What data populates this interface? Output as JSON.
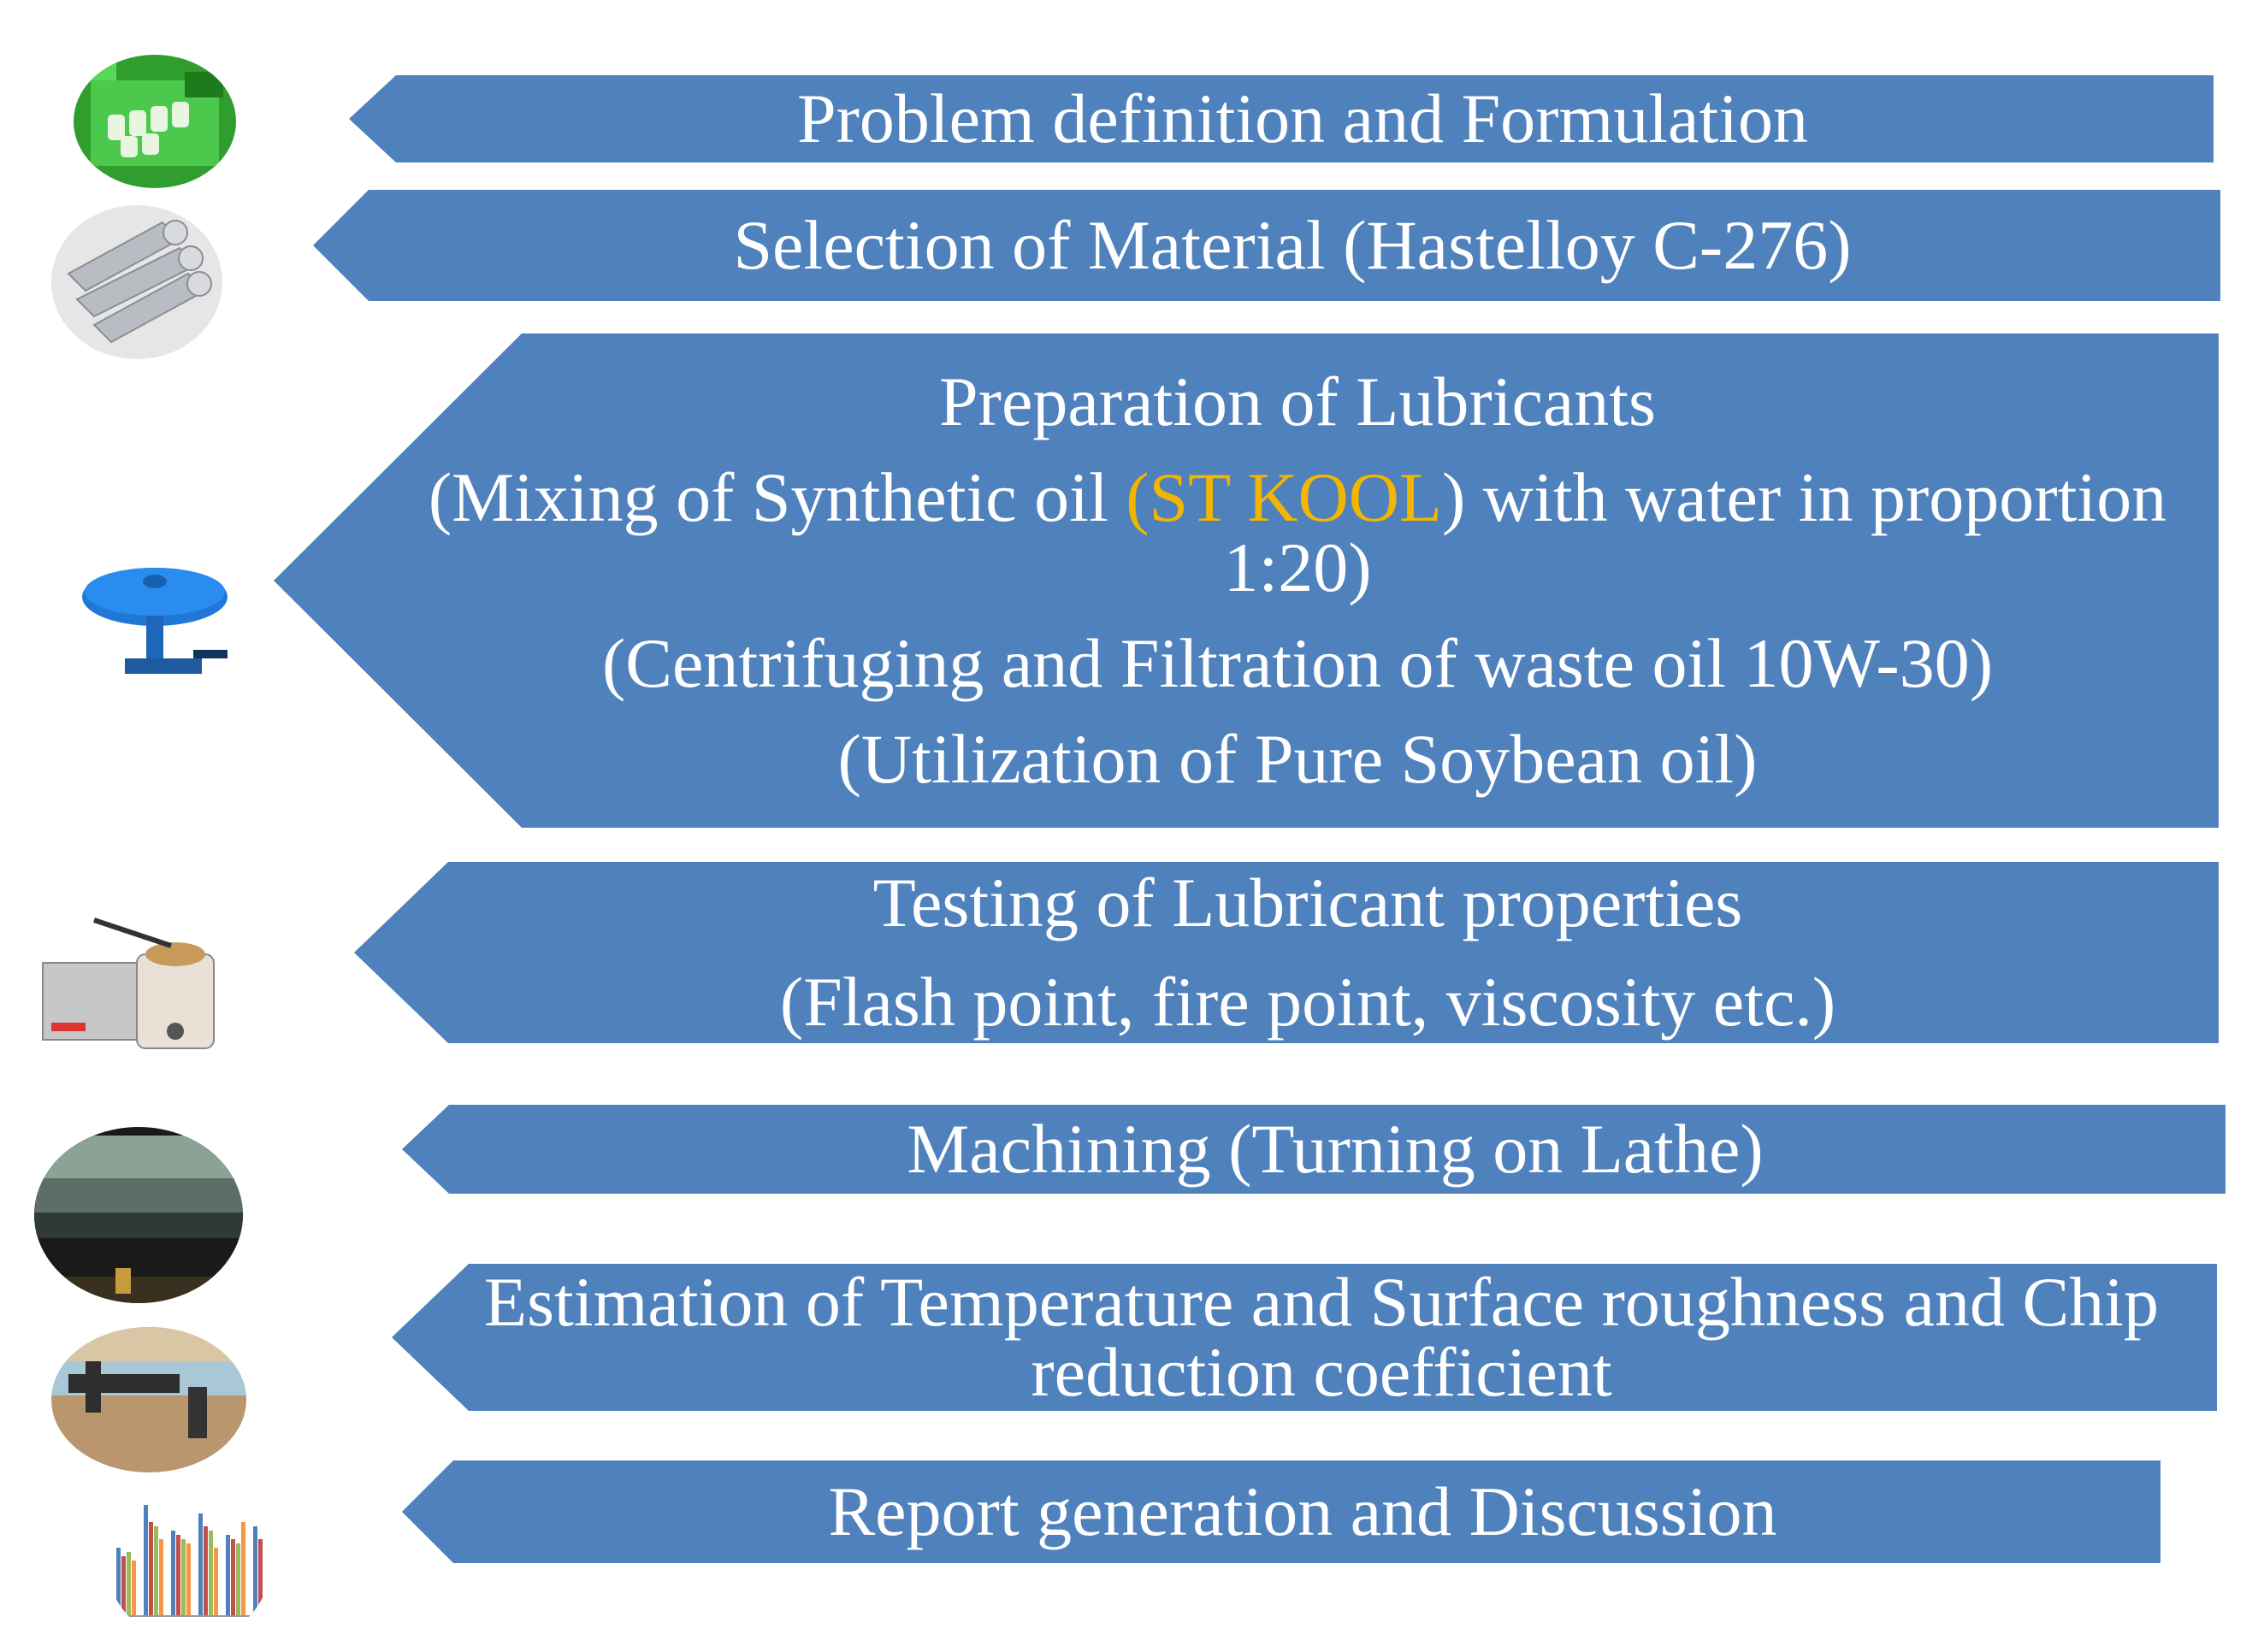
{
  "colors": {
    "arrow_fill": "#4f81bd",
    "text": "#ffffff",
    "highlight": "#f2b500"
  },
  "steps": [
    {
      "lines": [
        "Problem definition and Formulation"
      ],
      "icon": "circuit-board-icon"
    },
    {
      "lines": [
        "Selection of Material (Hastelloy C-276)"
      ],
      "icon": "metal-rods-icon"
    },
    {
      "lines": [
        "Preparation of Lubricants"
      ],
      "mixing": {
        "pre": "(Mixing of Synthetic oil ",
        "highlight": "(ST KOOL",
        "post": ") with water in proportion",
        "line2": "1:20)"
      },
      "more_lines": [
        "(Centrifuging and Filtration of waste oil 10W-30)",
        "(Utilization of Pure Soybean oil)"
      ],
      "icon": "centrifuge-icon"
    },
    {
      "lines": [
        "Testing of Lubricant properties",
        "(Flash point, fire point, viscosity etc.)"
      ],
      "icon": "flash-point-tester-icon"
    },
    {
      "lines": [
        "Machining (Turning on Lathe)"
      ],
      "icon": "lathe-icon"
    },
    {
      "lines": [
        "Estimation of Temperature and Surface roughness and Chip",
        "reduction coefficient"
      ],
      "icon": "measurement-setup-icon"
    },
    {
      "lines": [
        "Report generation and Discussion"
      ],
      "icon": "bar-chart-icon"
    }
  ]
}
